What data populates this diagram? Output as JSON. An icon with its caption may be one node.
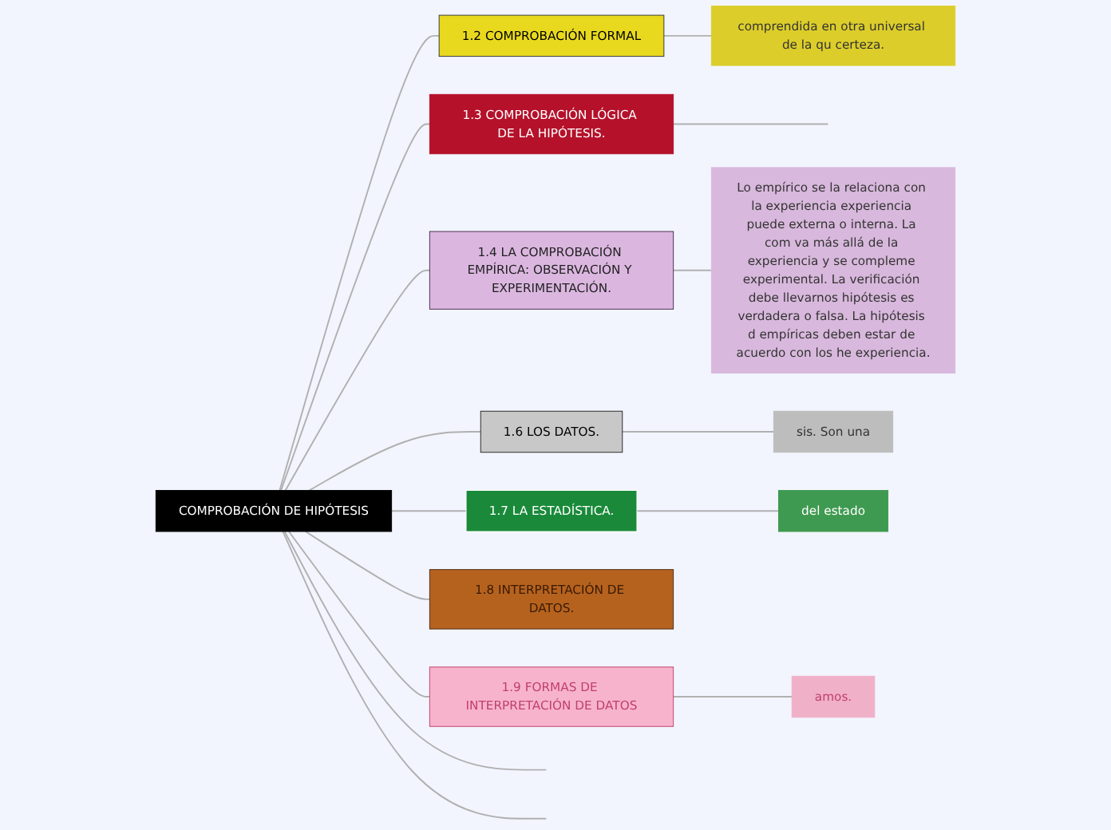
{
  "diagram": {
    "nodes": [
      {
        "text": [
          "COMPROBACIÓN DE HIPÓTESIS"
        ]
      },
      {
        "text": [
          "1.2 COMPROBACIÓN FORMAL"
        ]
      },
      {
        "text": [
          "comprendida en otra universal de la qu certeza."
        ]
      },
      {
        "text": [
          "1.3 COMPROBACIÓN LÓGICA DE LA HIPÓTESIS."
        ]
      },
      {
        "text": [
          "1.4 LA COMPROBACIÓN EMPÍRICA: OBSERVACIÓN Y EXPERIMENTACIÓN."
        ]
      },
      {
        "text": [
          "Lo empírico se la relaciona con la experiencia experiencia puede externa o interna. La com va más allá de la experiencia y se compleme experimental. La verificación debe llevarnos hipótesis es verdadera o falsa. La hipótesis d empíricas deben estar de acuerdo con los he experiencia."
        ]
      },
      {
        "text": [
          "1.6 LOS DATOS."
        ]
      },
      {
        "text": [
          "sis. Son una"
        ]
      },
      {
        "text": [
          "1.7 LA ESTADÍSTICA."
        ]
      },
      {
        "text": [
          "del estado"
        ]
      },
      {
        "text": [
          "1.8 INTERPRETACIÓN DE DATOS."
        ]
      },
      {
        "text": [
          "1.9 FORMAS DE INTERPRETACIÓN DE DATOS"
        ]
      },
      {
        "text": [
          "amos."
        ]
      }
    ],
    "edges": [
      {
        "from": 0,
        "to": 1,
        "arrow": "none"
      },
      {
        "from": 1,
        "to": 2,
        "arrow": "none"
      },
      {
        "from": 0,
        "to": 3,
        "arrow": "none"
      },
      {
        "from": 3,
        "to": null,
        "arrow": "none"
      },
      {
        "from": 0,
        "to": 4,
        "arrow": "none"
      },
      {
        "from": 4,
        "to": 5,
        "arrow": "none"
      },
      {
        "from": 0,
        "to": 6,
        "arrow": "none"
      },
      {
        "from": 6,
        "to": 7,
        "arrow": "none"
      },
      {
        "from": 0,
        "to": 8,
        "arrow": "none"
      },
      {
        "from": 8,
        "to": 9,
        "arrow": "none"
      },
      {
        "from": 0,
        "to": 10,
        "arrow": "none"
      },
      {
        "from": 0,
        "to": 11,
        "arrow": "none"
      },
      {
        "from": 11,
        "to": 12,
        "arrow": "none"
      },
      {
        "from": 0,
        "to": null,
        "arrow": "none"
      },
      {
        "from": 0,
        "to": null,
        "arrow": "none"
      }
    ]
  }
}
